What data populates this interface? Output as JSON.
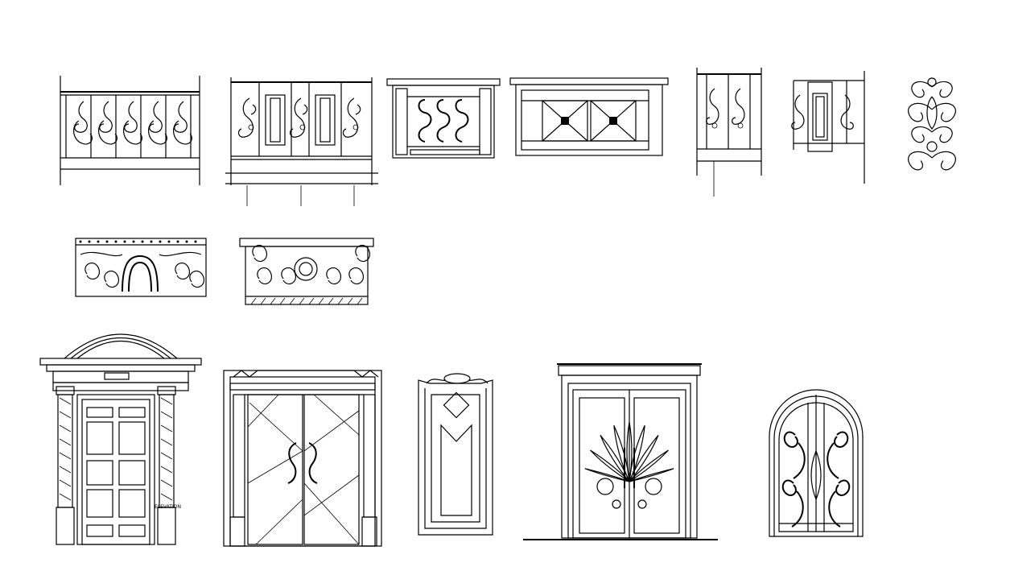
{
  "canvas": {
    "background": "#ffffff",
    "line_color": "#000000"
  },
  "elements": {
    "balustrades": [
      {
        "name": "railing-scroll-bars",
        "kind": "railing"
      },
      {
        "name": "railing-scroll-panels",
        "kind": "railing"
      },
      {
        "name": "balustrade-s-scrolls",
        "kind": "balustrade"
      },
      {
        "name": "balustrade-diamond-panels",
        "kind": "balustrade"
      },
      {
        "name": "railing-twin-scroll",
        "kind": "railing"
      },
      {
        "name": "railing-scroll-panel-small",
        "kind": "railing"
      },
      {
        "name": "ornament-scroll-motif",
        "kind": "ornament"
      },
      {
        "name": "balcony-rail-ornate-a",
        "kind": "wrought-iron rail"
      },
      {
        "name": "balcony-rail-ornate-b",
        "kind": "wrought-iron rail"
      }
    ],
    "doors": [
      {
        "name": "door-classical-arched",
        "kind": "door"
      },
      {
        "name": "door-glass-double",
        "kind": "door"
      },
      {
        "name": "door-ornate-single",
        "kind": "door"
      },
      {
        "name": "door-shell-double",
        "kind": "door"
      },
      {
        "name": "door-arched-ironwork",
        "kind": "door"
      }
    ],
    "door_annotation": "ELEVATION"
  }
}
